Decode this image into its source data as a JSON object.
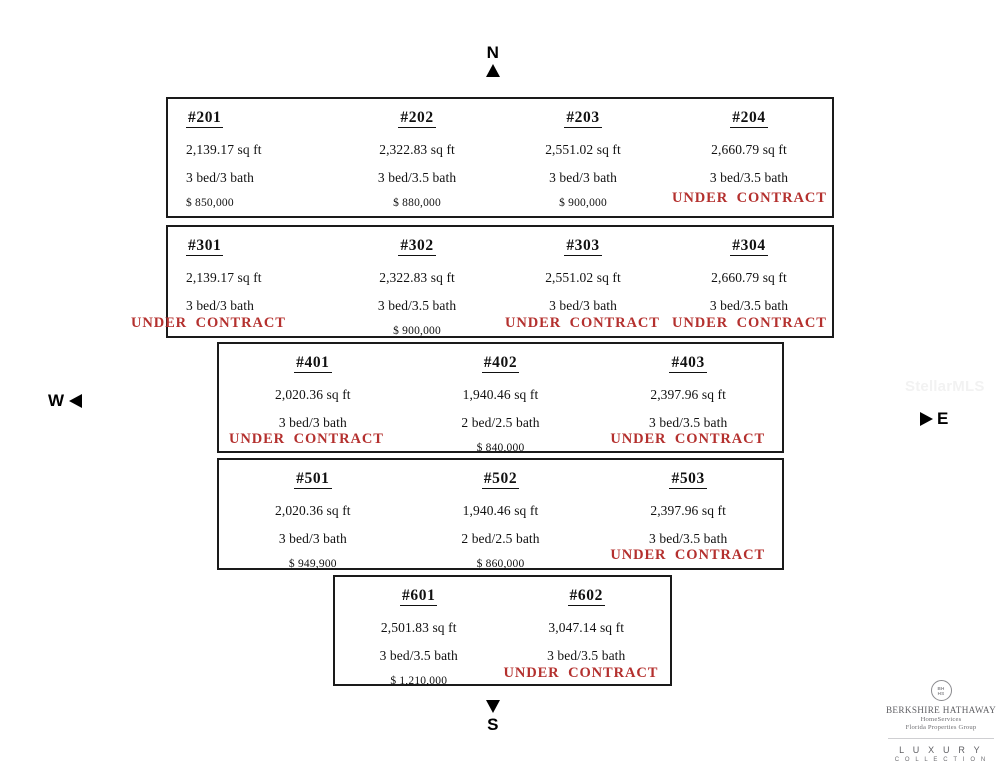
{
  "compass": {
    "north": "N",
    "south": "S",
    "west": "W",
    "east": "E"
  },
  "watermark": "StellarMLS",
  "brand": {
    "mark_top": "BH",
    "mark_bottom": "HS",
    "name": "BERKSHIRE HATHAWAY",
    "sub": "HomeServices",
    "region": "Florida Properties Group",
    "luxury": "L U X U R Y",
    "collection": "C O L L E C T I O N"
  },
  "status_color": "#b4302e",
  "floors": [
    {
      "id": "floor-2",
      "units": [
        {
          "number": "#201",
          "sqft": "2,139.17 sq ft",
          "beds": "3 bed/3 bath",
          "price": "$ 850,000",
          "status": ""
        },
        {
          "number": "#202",
          "sqft": "2,322.83 sq ft",
          "beds": "3 bed/3.5 bath",
          "price": "$ 880,000",
          "status": ""
        },
        {
          "number": "#203",
          "sqft": "2,551.02 sq ft",
          "beds": "3 bed/3 bath",
          "price": "$ 900,000",
          "status": ""
        },
        {
          "number": "#204",
          "sqft": "2,660.79 sq ft",
          "beds": "3 bed/3.5 bath",
          "price": "",
          "status": "UNDER CONTRACT"
        }
      ]
    },
    {
      "id": "floor-3",
      "units": [
        {
          "number": "#301",
          "sqft": "2,139.17 sq ft",
          "beds": "3 bed/3 bath",
          "price": "",
          "status": "UNDER CONTRACT"
        },
        {
          "number": "#302",
          "sqft": "2,322.83 sq ft",
          "beds": "3 bed/3.5 bath",
          "price": "$ 900,000",
          "status": ""
        },
        {
          "number": "#303",
          "sqft": "2,551.02 sq ft",
          "beds": "3 bed/3 bath",
          "price": "",
          "status": "UNDER CONTRACT"
        },
        {
          "number": "#304",
          "sqft": "2,660.79 sq ft",
          "beds": "3 bed/3.5 bath",
          "price": "",
          "status": "UNDER CONTRACT"
        }
      ]
    },
    {
      "id": "floor-4",
      "units": [
        {
          "number": "#401",
          "sqft": "2,020.36 sq ft",
          "beds": "3 bed/3 bath",
          "price": "",
          "status": "UNDER CONTRACT"
        },
        {
          "number": "#402",
          "sqft": "1,940.46 sq ft",
          "beds": "2 bed/2.5 bath",
          "price": "$ 840,000",
          "status": ""
        },
        {
          "number": "#403",
          "sqft": "2,397.96 sq ft",
          "beds": "3 bed/3.5 bath",
          "price": "",
          "status": "UNDER CONTRACT"
        }
      ]
    },
    {
      "id": "floor-5",
      "units": [
        {
          "number": "#501",
          "sqft": "2,020.36 sq ft",
          "beds": "3 bed/3 bath",
          "price": "$ 949,900",
          "status": ""
        },
        {
          "number": "#502",
          "sqft": "1,940.46 sq ft",
          "beds": "2 bed/2.5 bath",
          "price": "$ 860,000",
          "status": ""
        },
        {
          "number": "#503",
          "sqft": "2,397.96 sq ft",
          "beds": "3 bed/3.5 bath",
          "price": "",
          "status": "UNDER CONTRACT"
        }
      ]
    },
    {
      "id": "floor-6",
      "units": [
        {
          "number": "#601",
          "sqft": "2,501.83 sq ft",
          "beds": "3 bed/3.5 bath",
          "price": "$ 1,210,000",
          "status": ""
        },
        {
          "number": "#602",
          "sqft": "3,047.14 sq ft",
          "beds": "3 bed/3.5 bath",
          "price": "",
          "status": "UNDER CONTRACT"
        }
      ]
    }
  ]
}
